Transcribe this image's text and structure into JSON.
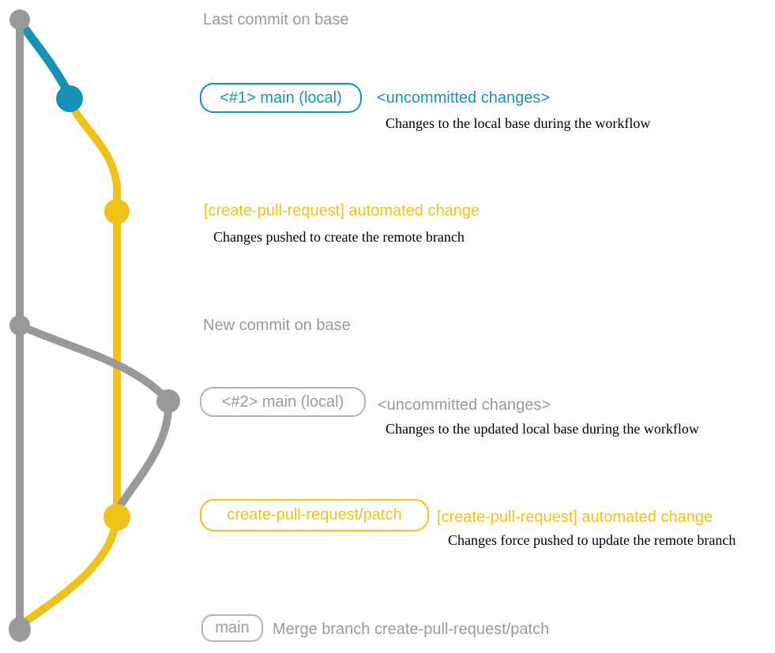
{
  "colors": {
    "gray": "#999999",
    "gray_light": "#b3b3b3",
    "blue": "#1692b8",
    "yellow": "#f0c116",
    "desc": "#000000",
    "background": "#ffffff"
  },
  "rows": {
    "last_commit": {
      "note": "Last commit on base"
    },
    "uncommitted_1": {
      "tag": "<#1> main (local)",
      "title": "<uncommitted changes>",
      "desc": "Changes to the local base during the workflow"
    },
    "automated_1": {
      "title": "[create-pull-request] automated change",
      "desc": "Changes pushed to create the remote branch"
    },
    "new_commit": {
      "note": "New commit on base"
    },
    "uncommitted_2": {
      "tag": "<#2> main (local)",
      "title": "<uncommitted changes>",
      "desc": "Changes to the updated local base during the workflow"
    },
    "automated_2": {
      "tag": "create-pull-request/patch",
      "title": "[create-pull-request] automated change",
      "desc": "Changes force pushed to update the remote branch"
    },
    "merge": {
      "tag": "main",
      "note": "Merge branch create-pull-request/patch"
    }
  },
  "graph": {
    "commits": [
      {
        "label": "last-commit-on-base",
        "branch": "base",
        "color": "#999999"
      },
      {
        "label": "uncommitted-changes-1",
        "branch": "main-local",
        "color": "#1692b8"
      },
      {
        "label": "automated-change-1",
        "branch": "create-pull-request/patch",
        "color": "#f0c116"
      },
      {
        "label": "new-commit-on-base",
        "branch": "base",
        "color": "#999999"
      },
      {
        "label": "uncommitted-changes-2",
        "branch": "main-local",
        "color": "#999999"
      },
      {
        "label": "automated-change-2",
        "branch": "create-pull-request/patch",
        "color": "#f0c116"
      },
      {
        "label": "merge-commit",
        "branch": "base",
        "color": "#999999"
      }
    ]
  }
}
